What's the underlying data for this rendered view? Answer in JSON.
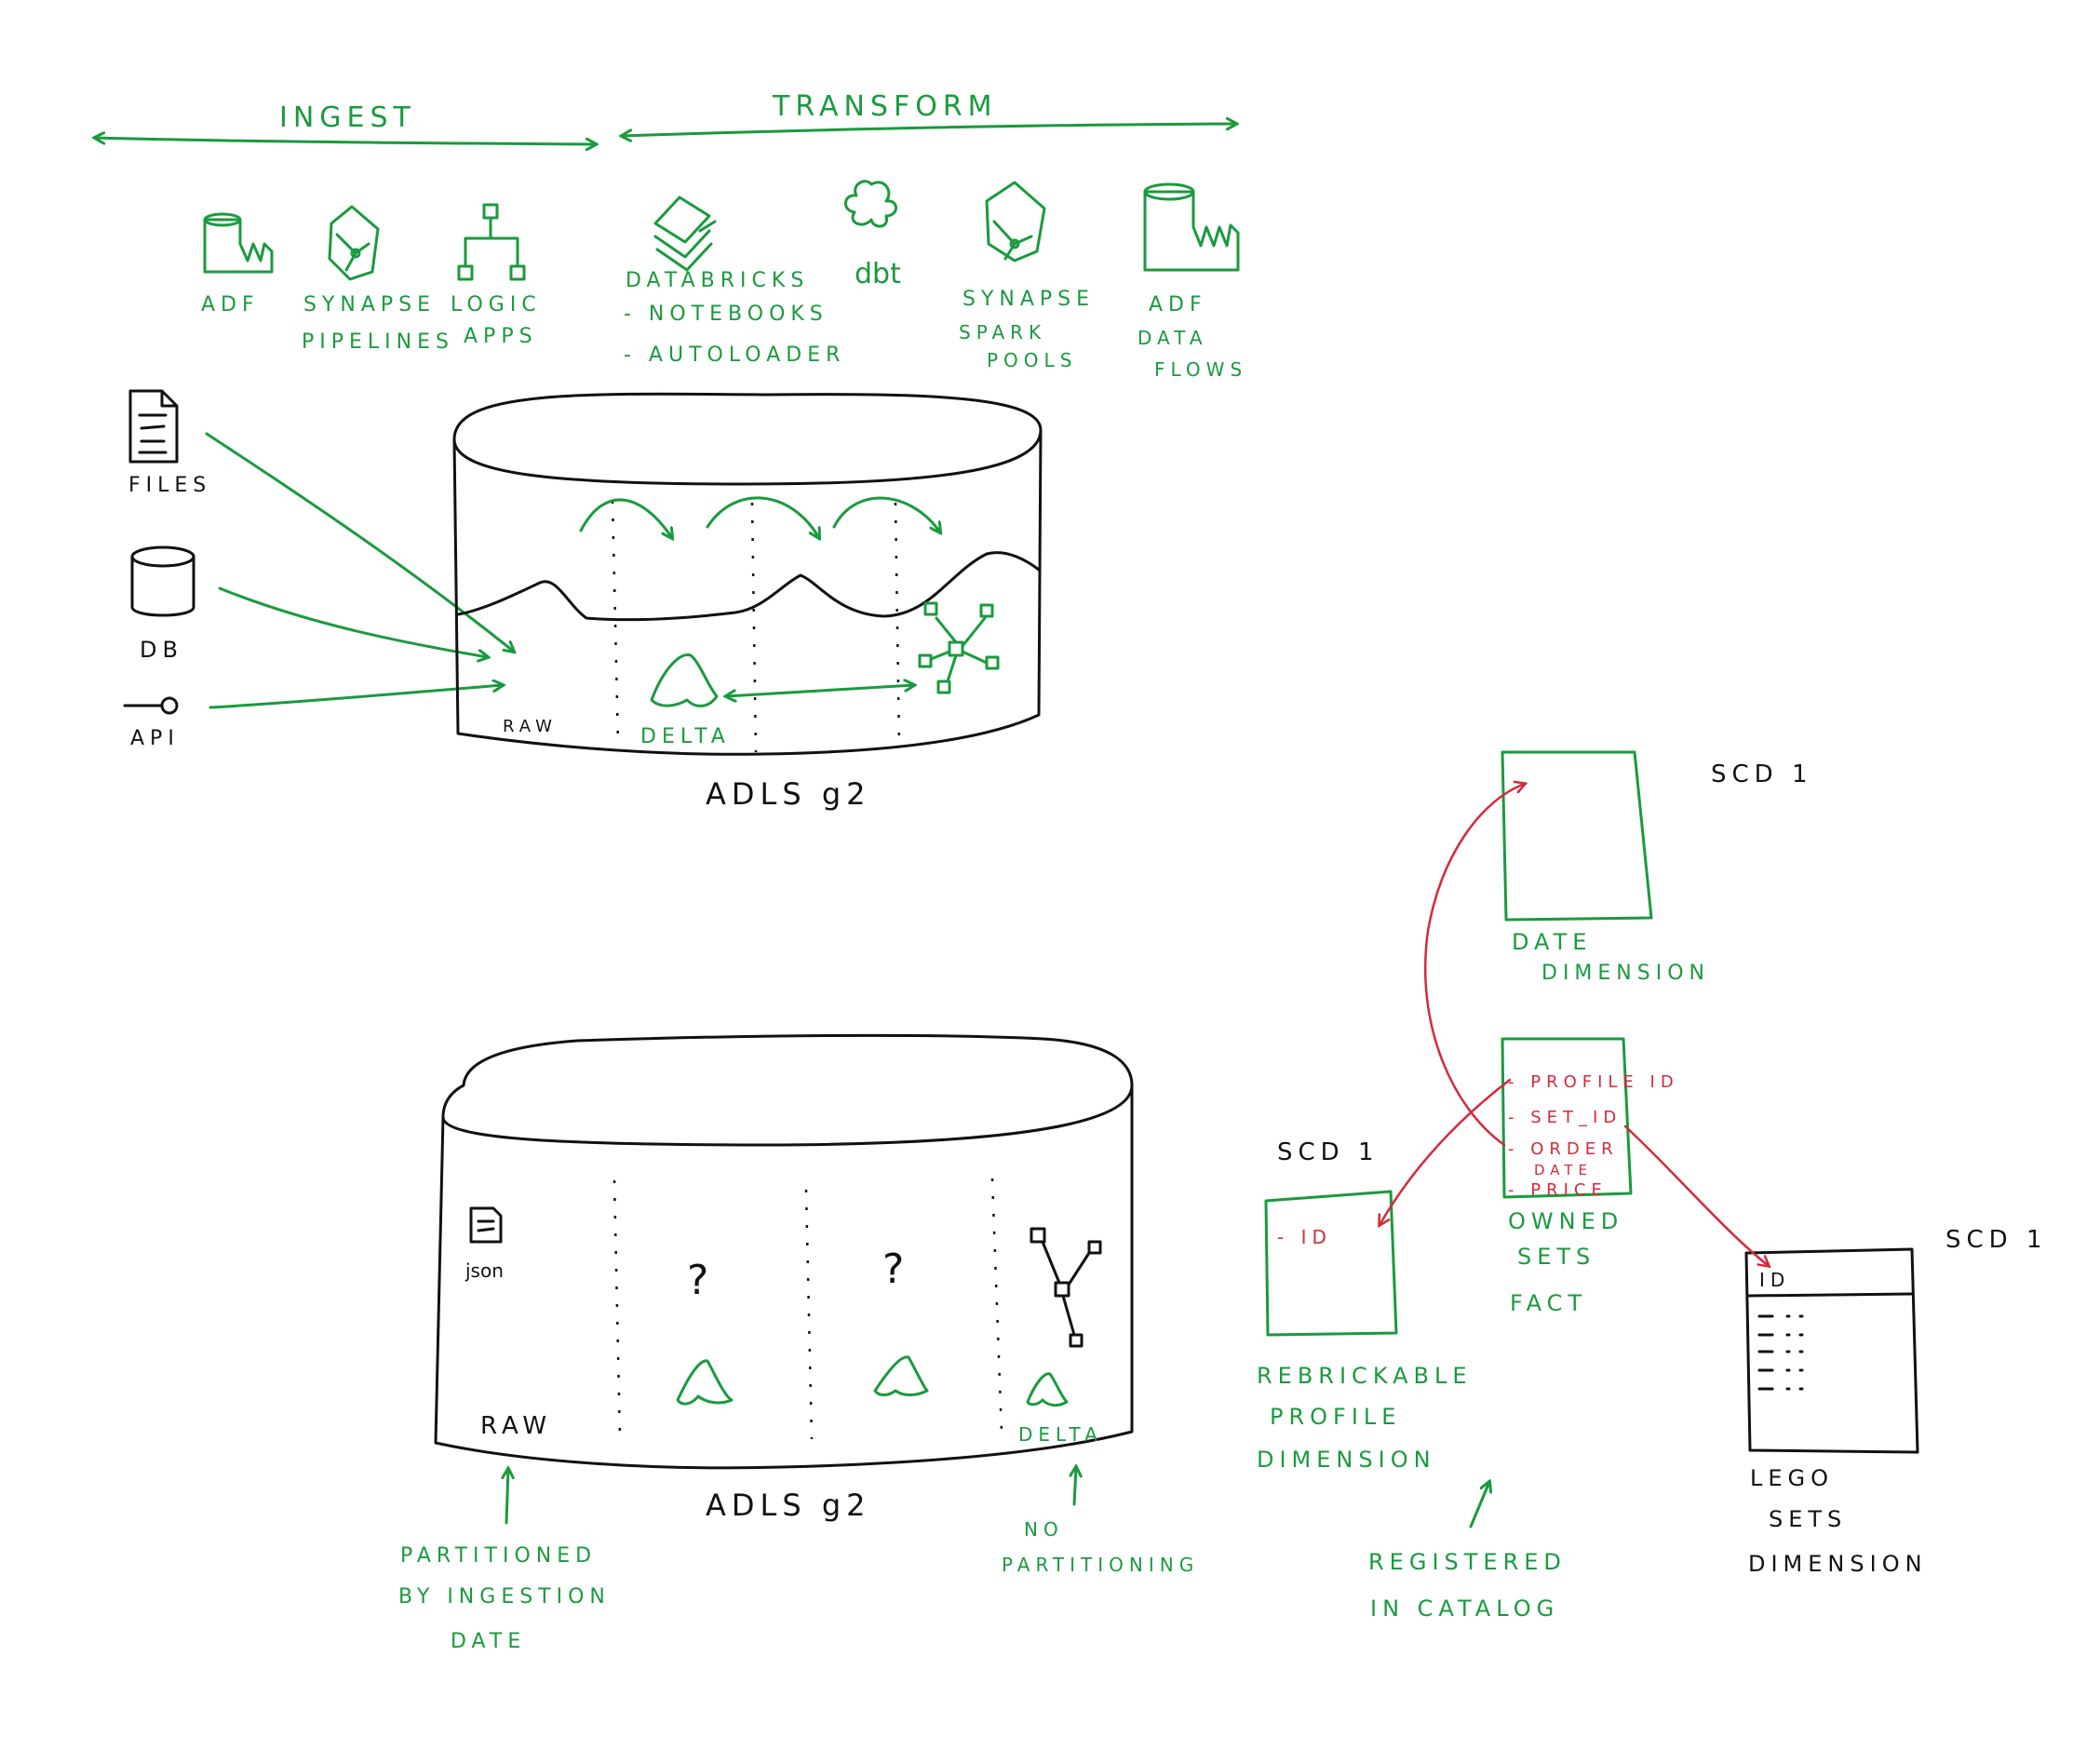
{
  "colors": {
    "green": "#1a9a3e",
    "black": "#111111",
    "red": "#d42a3a"
  },
  "top": {
    "ingest_label": "INGEST",
    "transform_label": "TRANSFORM",
    "tools": {
      "adf": "ADF",
      "synapse_pipelines": [
        "SYNAPSE",
        "PIPELINES"
      ],
      "logic_apps": [
        "LOGIC",
        "APPS"
      ],
      "databricks": [
        "DATABRICKS",
        "- NOTEBOOKS",
        "- AUTOLOADER"
      ],
      "dbt": "dbt",
      "synapse_spark": [
        "SYNAPSE",
        "SPARK",
        "POOLS"
      ],
      "adf_dataflows": [
        "ADF",
        "DATA",
        "FLOWS"
      ]
    },
    "sources": {
      "files": "FILES",
      "db": "DB",
      "api": "API"
    },
    "lake": {
      "raw": "RAW",
      "delta": "DELTA",
      "name": "ADLS g2"
    }
  },
  "bottom": {
    "lake": {
      "json": "json",
      "q1": "?",
      "q2": "?",
      "raw": "RAW",
      "delta": "DELTA",
      "name": "ADLS g2"
    },
    "notes": {
      "partitioned": [
        "PARTITIONED",
        "BY INGESTION",
        "DATE"
      ],
      "no_partitioning": [
        "NO",
        "PARTITIONING"
      ],
      "registered": [
        "REGISTERED",
        "IN CATALOG"
      ]
    }
  },
  "model": {
    "date_dim": {
      "scd": "SCD 1",
      "label": [
        "DATE",
        "DIMENSION"
      ]
    },
    "fact": {
      "fields": [
        "- PROFILE ID",
        "- SET_ID",
        "- ORDER",
        "DATE",
        "- PRICE"
      ],
      "label": [
        "OWNED",
        "SETS",
        "FACT"
      ]
    },
    "profile_dim": {
      "scd": "SCD 1",
      "field": "- ID",
      "label": [
        "REBRICKABLE",
        "PROFILE",
        "DIMENSION"
      ]
    },
    "lego_dim": {
      "scd": "SCD 1",
      "field": "ID",
      "label": [
        "LEGO",
        "SETS",
        "DIMENSION"
      ]
    }
  }
}
